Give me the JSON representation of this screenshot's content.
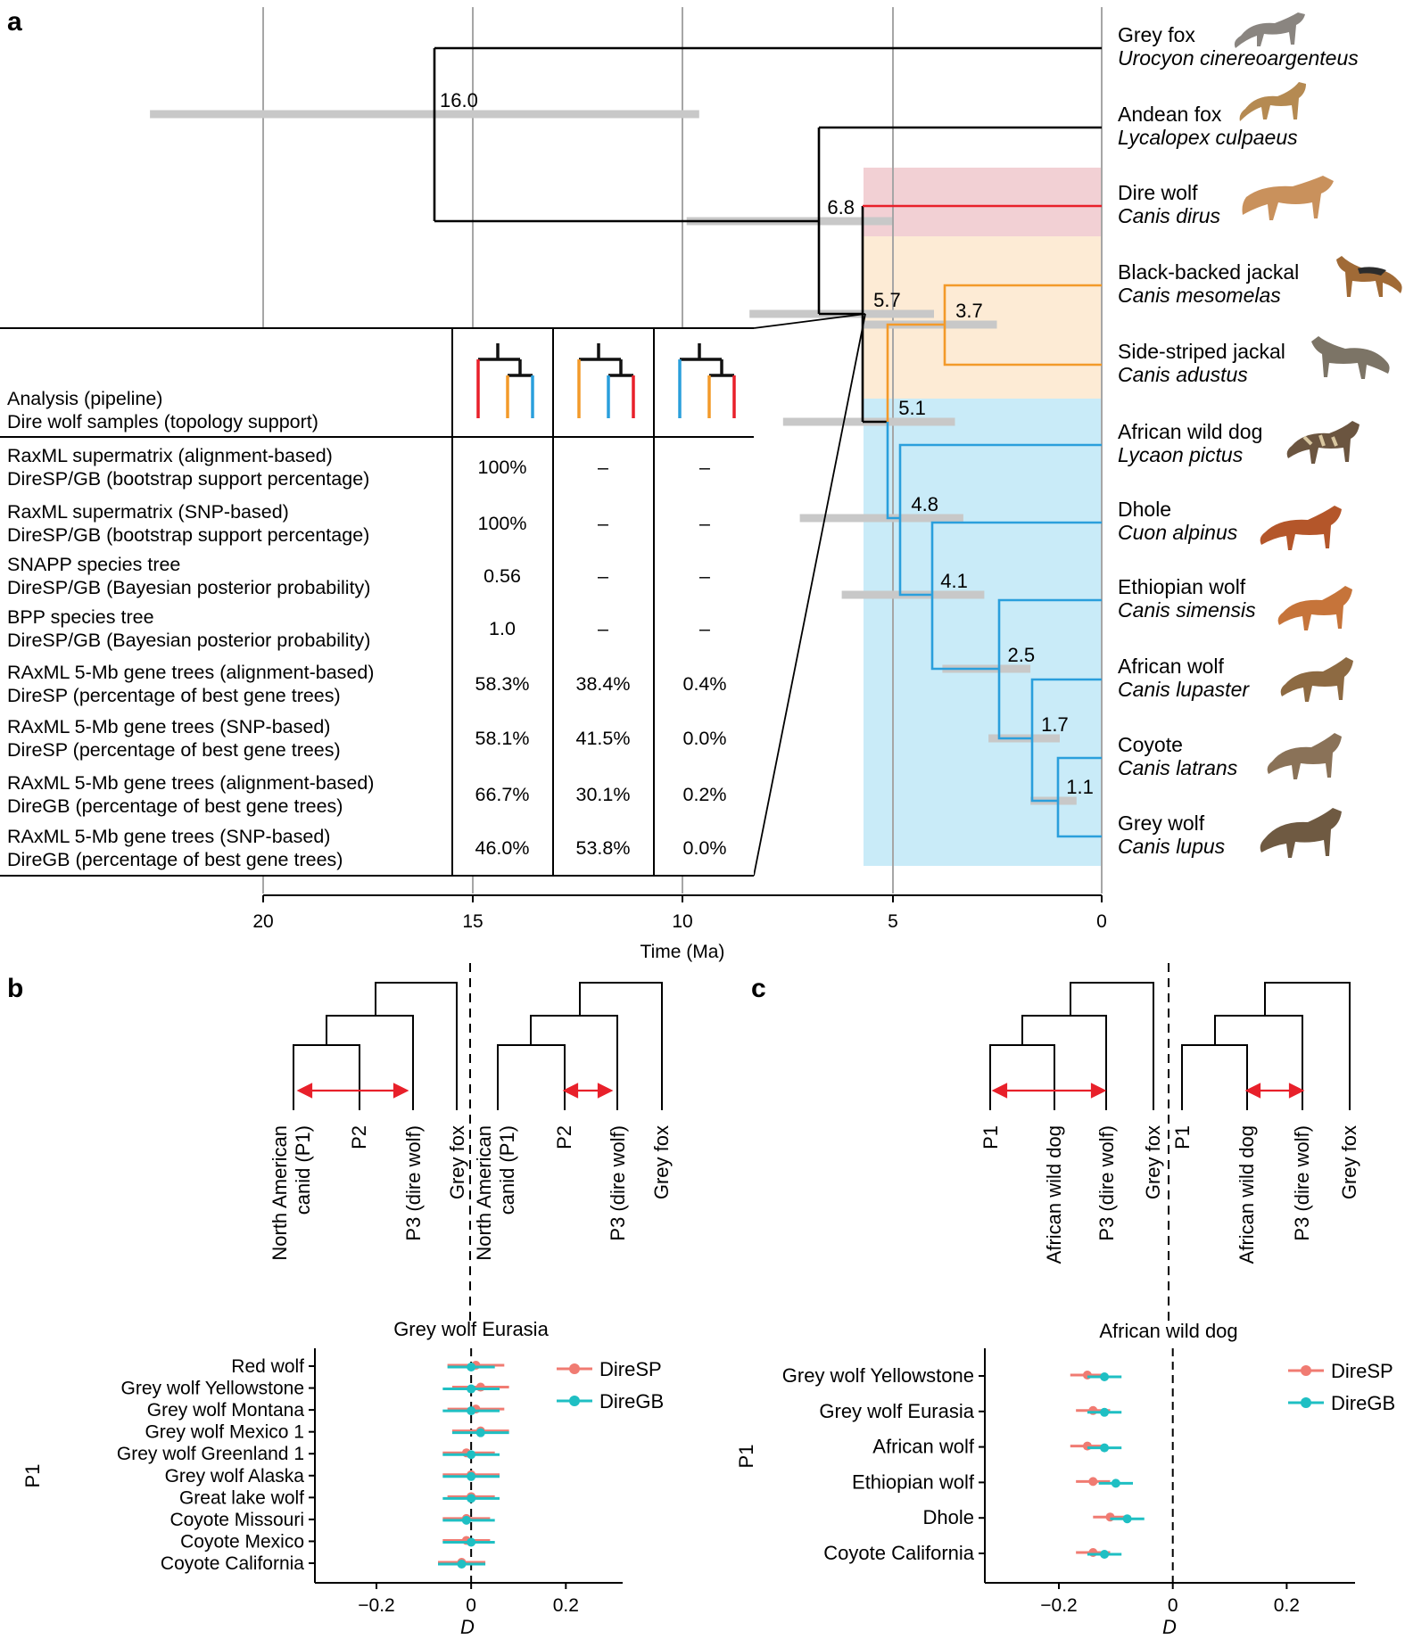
{
  "panel_a": {
    "label": "a",
    "axis_title": "Time (Ma)",
    "axis_ticks": [
      "20",
      "15",
      "10",
      "5",
      "0"
    ],
    "taxa": [
      {
        "common": "Grey fox",
        "latin": "Urocyon cinereoargenteus",
        "color": "#000000"
      },
      {
        "common": "Andean fox",
        "latin": "Lycalopex culpaeus",
        "color": "#000000"
      },
      {
        "common": "Dire wolf",
        "latin": "Canis dirus",
        "color": "#e8202a"
      },
      {
        "common": "Black-backed jackal",
        "latin": "Canis mesomelas",
        "color": "#f39a2a"
      },
      {
        "common": "Side-striped jackal",
        "latin": "Canis adustus",
        "color": "#f39a2a"
      },
      {
        "common": "African wild dog",
        "latin": "Lycaon pictus",
        "color": "#2a9fdc"
      },
      {
        "common": "Dhole",
        "latin": "Cuon alpinus",
        "color": "#2a9fdc"
      },
      {
        "common": "Ethiopian wolf",
        "latin": "Canis simensis",
        "color": "#2a9fdc"
      },
      {
        "common": "African wolf",
        "latin": "Canis lupaster",
        "color": "#2a9fdc"
      },
      {
        "common": "Coyote",
        "latin": "Canis latrans",
        "color": "#2a9fdc"
      },
      {
        "common": "Grey wolf",
        "latin": "Canis lupus",
        "color": "#2a9fdc"
      }
    ],
    "node_ages": [
      {
        "label": "16.0",
        "age": 16.0,
        "ci": [
          22.7,
          9.6
        ]
      },
      {
        "label": "6.8",
        "age": 6.8,
        "ci": [
          9.9,
          5.0
        ]
      },
      {
        "label": "5.7",
        "age": 5.7,
        "ci": [
          8.4,
          4.0
        ]
      },
      {
        "label": "3.7",
        "age": 3.7,
        "ci": [
          5.7,
          2.5
        ]
      },
      {
        "label": "5.1",
        "age": 5.1,
        "ci": [
          7.6,
          3.5
        ]
      },
      {
        "label": "4.8",
        "age": 4.8,
        "ci": [
          7.2,
          3.3
        ]
      },
      {
        "label": "4.1",
        "age": 4.1,
        "ci": [
          6.2,
          2.8
        ]
      },
      {
        "label": "2.5",
        "age": 2.5,
        "ci": [
          3.8,
          1.7
        ]
      },
      {
        "label": "1.7",
        "age": 1.7,
        "ci": [
          2.7,
          1.0
        ]
      },
      {
        "label": "1.1",
        "age": 1.1,
        "ci": [
          1.7,
          0.6
        ]
      }
    ],
    "clade_colors": {
      "dire": "#f2d0d4",
      "jackal": "#fdebd5",
      "wolf": "#c9ebf8"
    },
    "table": {
      "header_line1": "Analysis (pipeline)",
      "header_line2": "Dire wolf samples (topology support)",
      "rows": [
        {
          "line1": "RaxML supermatrix (alignment-based)",
          "line2": "DireSP/GB (bootstrap support percentage)",
          "values": [
            "100%",
            "–",
            "–"
          ]
        },
        {
          "line1": "RaxML supermatrix (SNP-based)",
          "line2": "DireSP/GB (bootstrap support percentage)",
          "values": [
            "100%",
            "–",
            "–"
          ]
        },
        {
          "line1": "SNAPP species tree",
          "line2": "DireSP/GB (Bayesian posterior probability)",
          "values": [
            "0.56",
            "–",
            "–"
          ]
        },
        {
          "line1": "BPP species tree",
          "line2": "DireSP/GB (Bayesian posterior probability)",
          "values": [
            "1.0",
            "–",
            "–"
          ]
        },
        {
          "line1": "RAxML 5-Mb gene trees (alignment-based)",
          "line2": "DireSP (percentage of best gene trees)",
          "values": [
            "58.3%",
            "38.4%",
            "0.4%"
          ]
        },
        {
          "line1": "RAxML 5-Mb gene trees (SNP-based)",
          "line2": "DireSP (percentage of best gene trees)",
          "values": [
            "58.1%",
            "41.5%",
            "0.0%"
          ]
        },
        {
          "line1": "RAxML 5-Mb gene trees (alignment-based)",
          "line2": "DireGB (percentage of best gene trees)",
          "values": [
            "66.7%",
            "30.1%",
            "0.2%"
          ]
        },
        {
          "line1": "RAxML 5-Mb gene trees (SNP-based)",
          "line2": "DireGB (percentage of best gene trees)",
          "values": [
            "46.0%",
            "53.8%",
            "0.0%"
          ]
        }
      ]
    }
  },
  "panel_b": {
    "label": "b",
    "tree_left_tips": [
      "North American canid (P1)",
      "P2",
      "P3 (dire wolf)",
      "Grey fox"
    ],
    "tree_right_tips": [
      "North American canid (P1)",
      "P2",
      "P3 (dire wolf)",
      "Grey fox"
    ],
    "plot_title": "Grey wolf Eurasia",
    "ylabel": "P1",
    "xlabel": "D",
    "xticks": [
      "−0.2",
      "0",
      "0.2"
    ]
  },
  "panel_c": {
    "label": "c",
    "tree_left_tips": [
      "P1",
      "African wild dog",
      "P3 (dire wolf)",
      "Grey fox"
    ],
    "tree_right_tips": [
      "P1",
      "African wild dog",
      "P3 (dire wolf)",
      "Grey fox"
    ],
    "plot_title": "African wild dog",
    "ylabel": "P1",
    "xlabel": "D",
    "xticks": [
      "−0.2",
      "0",
      "0.2"
    ]
  },
  "chart_data": [
    {
      "type": "scatter",
      "panel": "b",
      "title": "Grey wolf Eurasia",
      "xlabel": "D",
      "ylabel": "P1",
      "xlim": [
        -0.33,
        0.32
      ],
      "xticks": [
        -0.2,
        0,
        0.2
      ],
      "categories": [
        "Red wolf",
        "Grey wolf Yellowstone",
        "Grey wolf Montana",
        "Grey wolf Mexico 1",
        "Grey wolf Greenland 1",
        "Grey wolf Alaska",
        "Great lake wolf",
        "Coyote Missouri",
        "Coyote Mexico",
        "Coyote California"
      ],
      "legend_position": "top-right",
      "series": [
        {
          "name": "DireSP",
          "color": "#f07b72",
          "values": [
            0.01,
            0.02,
            0.01,
            0.02,
            -0.01,
            0.0,
            0.0,
            -0.01,
            -0.01,
            -0.02
          ],
          "low": [
            -0.05,
            -0.04,
            -0.05,
            -0.04,
            -0.06,
            -0.06,
            -0.05,
            -0.06,
            -0.06,
            -0.07
          ],
          "high": [
            0.07,
            0.08,
            0.07,
            0.08,
            0.05,
            0.06,
            0.05,
            0.04,
            0.04,
            0.03
          ]
        },
        {
          "name": "DireGB",
          "color": "#1fbfc3",
          "values": [
            0.0,
            0.0,
            0.0,
            0.02,
            0.0,
            0.0,
            0.0,
            -0.01,
            0.0,
            -0.02
          ],
          "low": [
            -0.05,
            -0.06,
            -0.06,
            -0.04,
            -0.06,
            -0.06,
            -0.06,
            -0.06,
            -0.06,
            -0.07
          ],
          "high": [
            0.05,
            0.06,
            0.06,
            0.08,
            0.06,
            0.06,
            0.06,
            0.05,
            0.05,
            0.03
          ]
        }
      ]
    },
    {
      "type": "scatter",
      "panel": "c",
      "title": "African wild dog",
      "xlabel": "D",
      "ylabel": "P1",
      "xlim": [
        -0.33,
        0.32
      ],
      "xticks": [
        -0.2,
        0,
        0.2
      ],
      "categories": [
        "Grey wolf Yellowstone",
        "Grey wolf Eurasia",
        "African wolf",
        "Ethiopian wolf",
        "Dhole",
        "Coyote California"
      ],
      "legend_position": "top-right",
      "series": [
        {
          "name": "DireSP",
          "color": "#f07b72",
          "values": [
            -0.15,
            -0.14,
            -0.15,
            -0.14,
            -0.11,
            -0.14
          ],
          "low": [
            -0.18,
            -0.17,
            -0.18,
            -0.17,
            -0.14,
            -0.17
          ],
          "high": [
            -0.12,
            -0.11,
            -0.12,
            -0.11,
            -0.08,
            -0.11
          ]
        },
        {
          "name": "DireGB",
          "color": "#1fbfc3",
          "values": [
            -0.12,
            -0.12,
            -0.12,
            -0.1,
            -0.08,
            -0.12
          ],
          "low": [
            -0.15,
            -0.15,
            -0.15,
            -0.13,
            -0.11,
            -0.15
          ],
          "high": [
            -0.09,
            -0.09,
            -0.09,
            -0.07,
            -0.05,
            -0.09
          ]
        }
      ]
    }
  ]
}
